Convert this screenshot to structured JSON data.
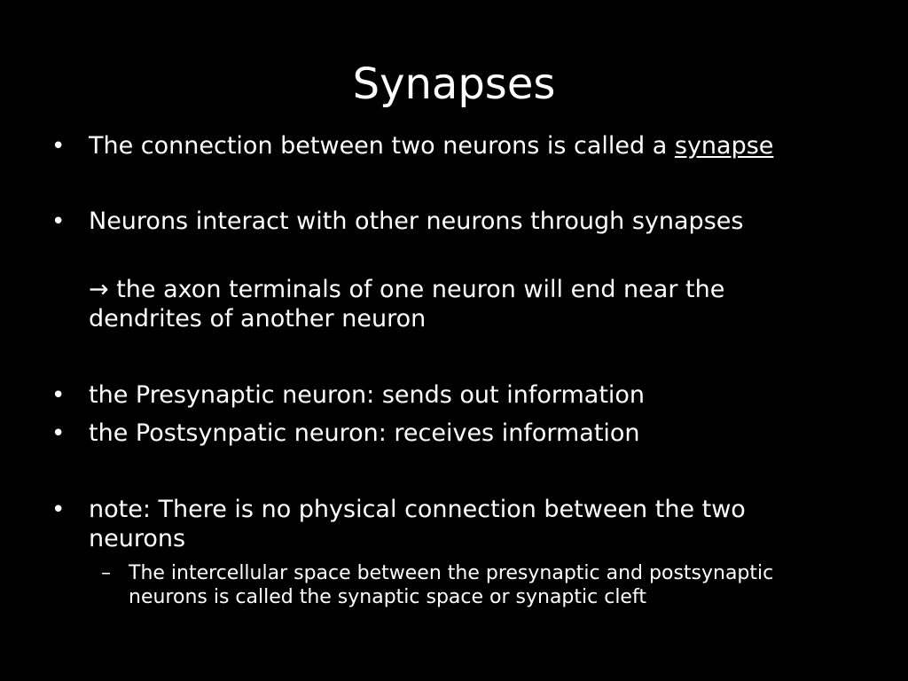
{
  "slide": {
    "title": "Synapses",
    "bullet_symbol": "•",
    "dash_symbol": "–",
    "arrow_symbol": "→",
    "items": {
      "b1": {
        "prefix": "The connection between two neurons is called a ",
        "emphasis": "synapse"
      },
      "b2": {
        "text": "Neurons interact with other neurons through synapses",
        "cont1": " the axon terminals of one neuron will end near the",
        "cont2": "dendrites of another neuron"
      },
      "b3": {
        "text": "the Presynaptic neuron: sends out information"
      },
      "b4": {
        "text": "the Postsynpatic neuron: receives information"
      },
      "b5": {
        "line1": "note: There is no physical connection between the two",
        "line2": "neurons",
        "sub": {
          "line1": "The intercellular space between the presynaptic and postsynaptic",
          "line2": "neurons is called the synaptic space or synaptic cleft"
        }
      }
    }
  },
  "colors": {
    "background": "#000000",
    "text": "#ffffff"
  }
}
